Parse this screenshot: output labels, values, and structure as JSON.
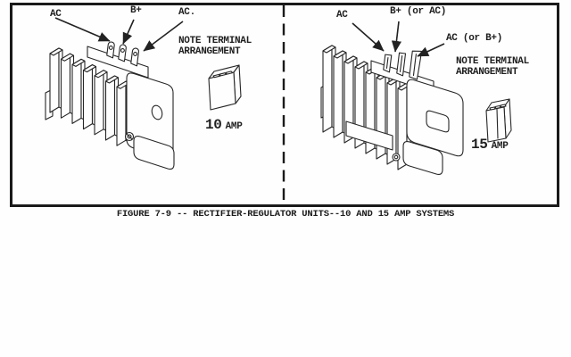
{
  "colors": {
    "ink": "#262626",
    "paper": "#fefefe",
    "border": "#1a1a1a"
  },
  "figure": {
    "caption": "FIGURE 7-9 -- RECTIFIER-REGULATOR UNITS--10 AND 15 AMP SYSTEMS",
    "left_panel": {
      "labels": {
        "terminal1": "AC",
        "terminal2": "B+",
        "terminal3": "AC."
      },
      "note_line1": "NOTE TERMINAL",
      "note_line2": "ARRANGEMENT",
      "amp_value": "10",
      "amp_unit": "AMP"
    },
    "right_panel": {
      "labels": {
        "terminal1": "AC",
        "terminal2": "B+ (or AC)",
        "terminal3": "AC (or B+)"
      },
      "note_line1": "NOTE TERMINAL",
      "note_line2": "ARRANGEMENT",
      "amp_value": "15",
      "amp_unit": "AMP"
    }
  }
}
